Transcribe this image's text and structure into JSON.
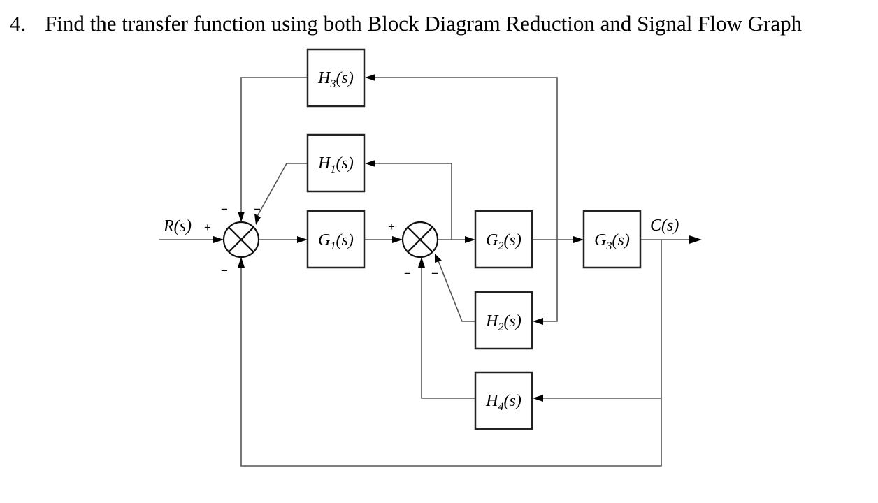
{
  "question": {
    "number": "4.",
    "text": "Find the transfer function using both Block Diagram Reduction and Signal Flow Graph"
  },
  "diagram": {
    "input_signal": "R(s)",
    "output_signal": "C(s)",
    "blocks": {
      "G1": {
        "name": "G",
        "sub": "1",
        "arg": "(s)"
      },
      "G2": {
        "name": "G",
        "sub": "2",
        "arg": "(s)"
      },
      "G3": {
        "name": "G",
        "sub": "3",
        "arg": "(s)"
      },
      "H1": {
        "name": "H",
        "sub": "1",
        "arg": "(s)"
      },
      "H2": {
        "name": "H",
        "sub": "2",
        "arg": "(s)"
      },
      "H3": {
        "name": "H",
        "sub": "3",
        "arg": "(s)"
      },
      "H4": {
        "name": "H",
        "sub": "4",
        "arg": "(s)"
      }
    },
    "signs": {
      "sj1_input": "+",
      "sj1_h3": "−",
      "sj1_h1": "−",
      "sj1_output_feedback": "−",
      "sj2_input": "+",
      "sj2_h4": "−",
      "sj2_h2": "−"
    }
  }
}
